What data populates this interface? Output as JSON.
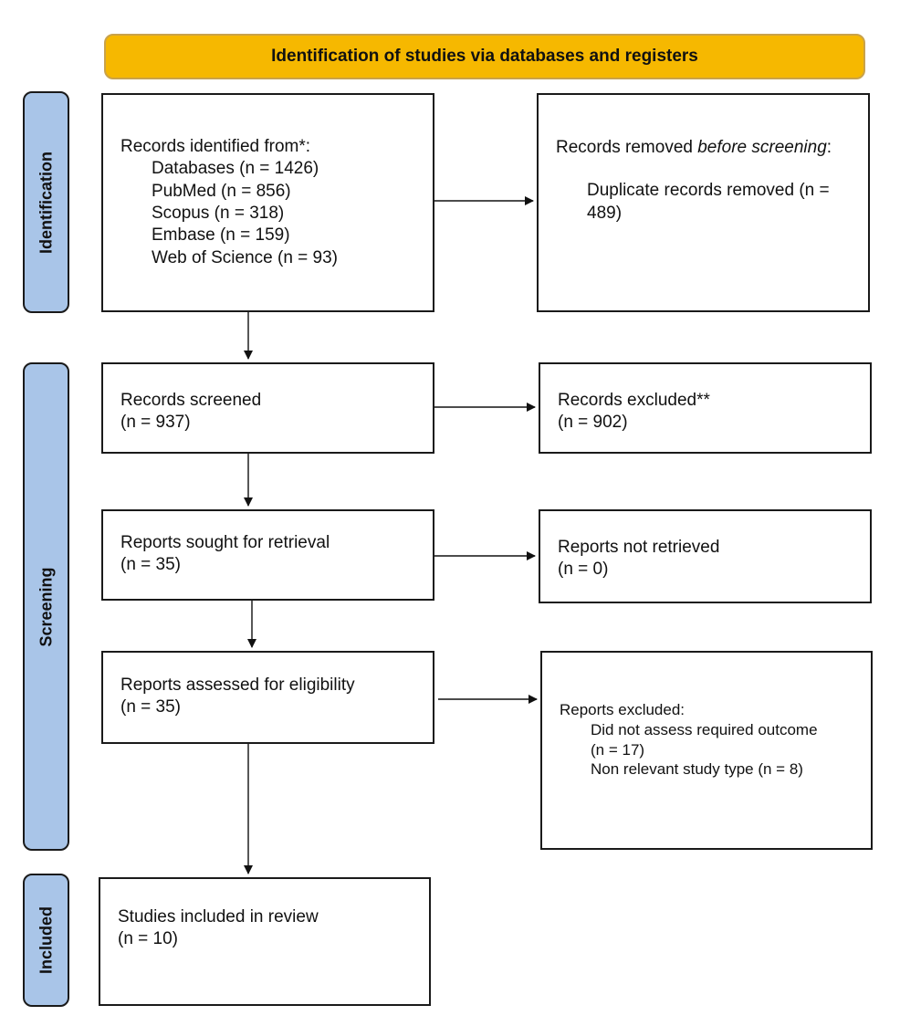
{
  "title": "Identification of studies via databases and registers",
  "phases": {
    "identification": "Identification",
    "screening": "Screening",
    "included": "Included"
  },
  "boxes": {
    "records_identified": {
      "heading": "Records identified from*:",
      "items": [
        "Databases (n = 1426)",
        "PubMed (n = 856)",
        "Scopus (n = 318)",
        "Embase (n = 159)",
        "Web of Science (n = 93)"
      ]
    },
    "records_removed": {
      "heading_pre": "Records removed ",
      "heading_em": "before screening",
      "heading_post": ":",
      "item": "Duplicate records removed (n = 489)"
    },
    "records_screened": {
      "label": "Records screened",
      "n": "(n = 937)"
    },
    "records_excluded": {
      "label": "Records excluded**",
      "n": "(n = 902)"
    },
    "reports_sought": {
      "label": "Reports sought for retrieval",
      "n": "(n = 35)"
    },
    "reports_not_retrieved": {
      "label": "Reports not retrieved",
      "n": "(n = 0)"
    },
    "reports_assessed": {
      "label": "Reports assessed for eligibility",
      "n": "(n = 35)"
    },
    "reports_excluded": {
      "heading": "Reports excluded:",
      "items": [
        "Did not assess required outcome",
        "(n = 17)",
        "Non relevant study type (n = 8)"
      ]
    },
    "studies_included": {
      "label": "Studies included in review",
      "n": "(n = 10)"
    }
  }
}
